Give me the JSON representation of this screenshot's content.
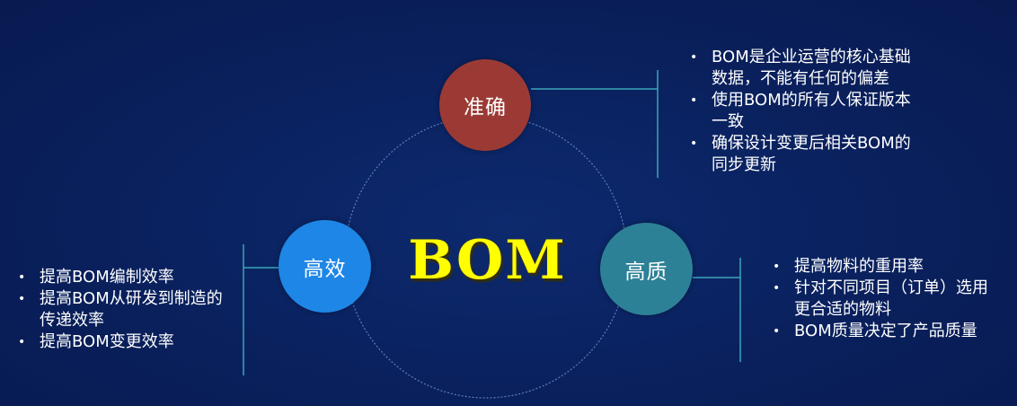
{
  "center_title": "BOM",
  "nodes": {
    "accurate": {
      "label": "准确"
    },
    "efficient": {
      "label": "高效"
    },
    "quality": {
      "label": "高质"
    }
  },
  "lists": {
    "accurate": [
      "BOM是企业运营的核心基础数据，不能有任何的偏差",
      "使用BOM的所有人保证版本一致",
      "确保设计变更后相关BOM的同步更新"
    ],
    "efficient": [
      "提高BOM编制效率",
      "提高BOM从研发到制造的传递效率",
      "提高BOM变更效率"
    ],
    "quality": [
      "提高物料的重用率",
      "针对不同项目（订单）选用更合适的物料",
      "BOM质量决定了产品质量"
    ]
  },
  "colors": {
    "background": "#0a2260",
    "accurate": "#9b3a35",
    "efficient": "#1e86e6",
    "quality": "#2d8197",
    "title": "#ffff00",
    "connector": "#3aa6b8"
  }
}
